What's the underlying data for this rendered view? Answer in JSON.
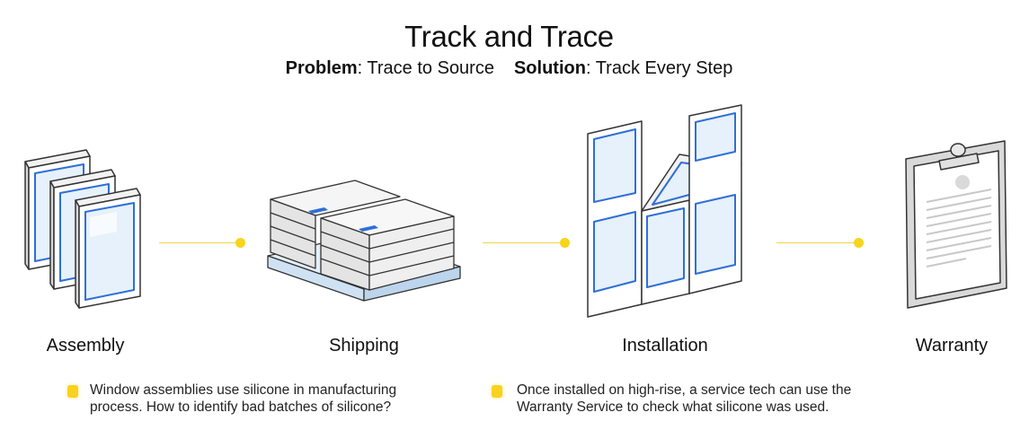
{
  "header": {
    "title": "Track and Trace",
    "problem_label": "Problem",
    "problem_text": ": Trace to Source",
    "solution_label": "Solution",
    "solution_text": ": Track Every Step"
  },
  "stages": [
    {
      "label": "Assembly",
      "icon": "window-frames-icon"
    },
    {
      "label": "Shipping",
      "icon": "pallet-boxes-icon"
    },
    {
      "label": "Installation",
      "icon": "building-facade-icon"
    },
    {
      "label": "Warranty",
      "icon": "clipboard-document-icon"
    }
  ],
  "notes": [
    {
      "line1": "Window assemblies use silicone in manufacturing",
      "line2": "process. How to identify bad batches of silicone?"
    },
    {
      "line1": "Once installed on high-rise, a service tech can use the",
      "line2": "Warranty Service to check what silicone was used."
    }
  ],
  "colors": {
    "accent_yellow": "#f7d51c",
    "glass_blue": "#2f6fd6",
    "glass_fill": "#e6f1fb",
    "outline": "#333333"
  }
}
